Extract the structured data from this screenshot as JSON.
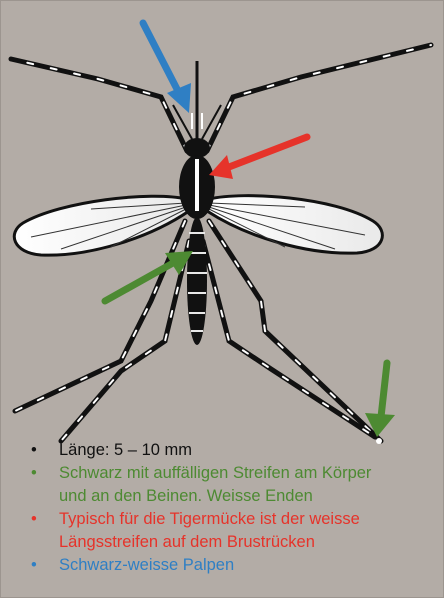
{
  "legend": {
    "items": [
      {
        "bullet": "•",
        "lines": [
          "Länge: 5 – 10 mm"
        ],
        "color": "#111111"
      },
      {
        "bullet": "•",
        "lines": [
          "Schwarz mit auffälligen Streifen am Körper",
          "und an den Beinen. Weisse Enden"
        ],
        "color": "#4d8a32"
      },
      {
        "bullet": "•",
        "lines": [
          "Typisch für die Tigermücke ist der weisse",
          "Längsstreifen auf dem Brustrücken"
        ],
        "color": "#e6332a"
      },
      {
        "bullet": "•",
        "lines": [
          "Schwarz-weisse Palpen"
        ],
        "color": "#2f7fc4"
      }
    ]
  },
  "colors": {
    "background": "#b3aca6",
    "arrow_blue": "#2f7fc4",
    "arrow_red": "#e6332a",
    "arrow_green": "#4d8a32"
  },
  "icons": [
    "mosquito-illustration",
    "palpen-arrow-icon",
    "thorax-arrow-icon",
    "abdomen-arrow-icon",
    "leg-tip-arrow-icon"
  ]
}
